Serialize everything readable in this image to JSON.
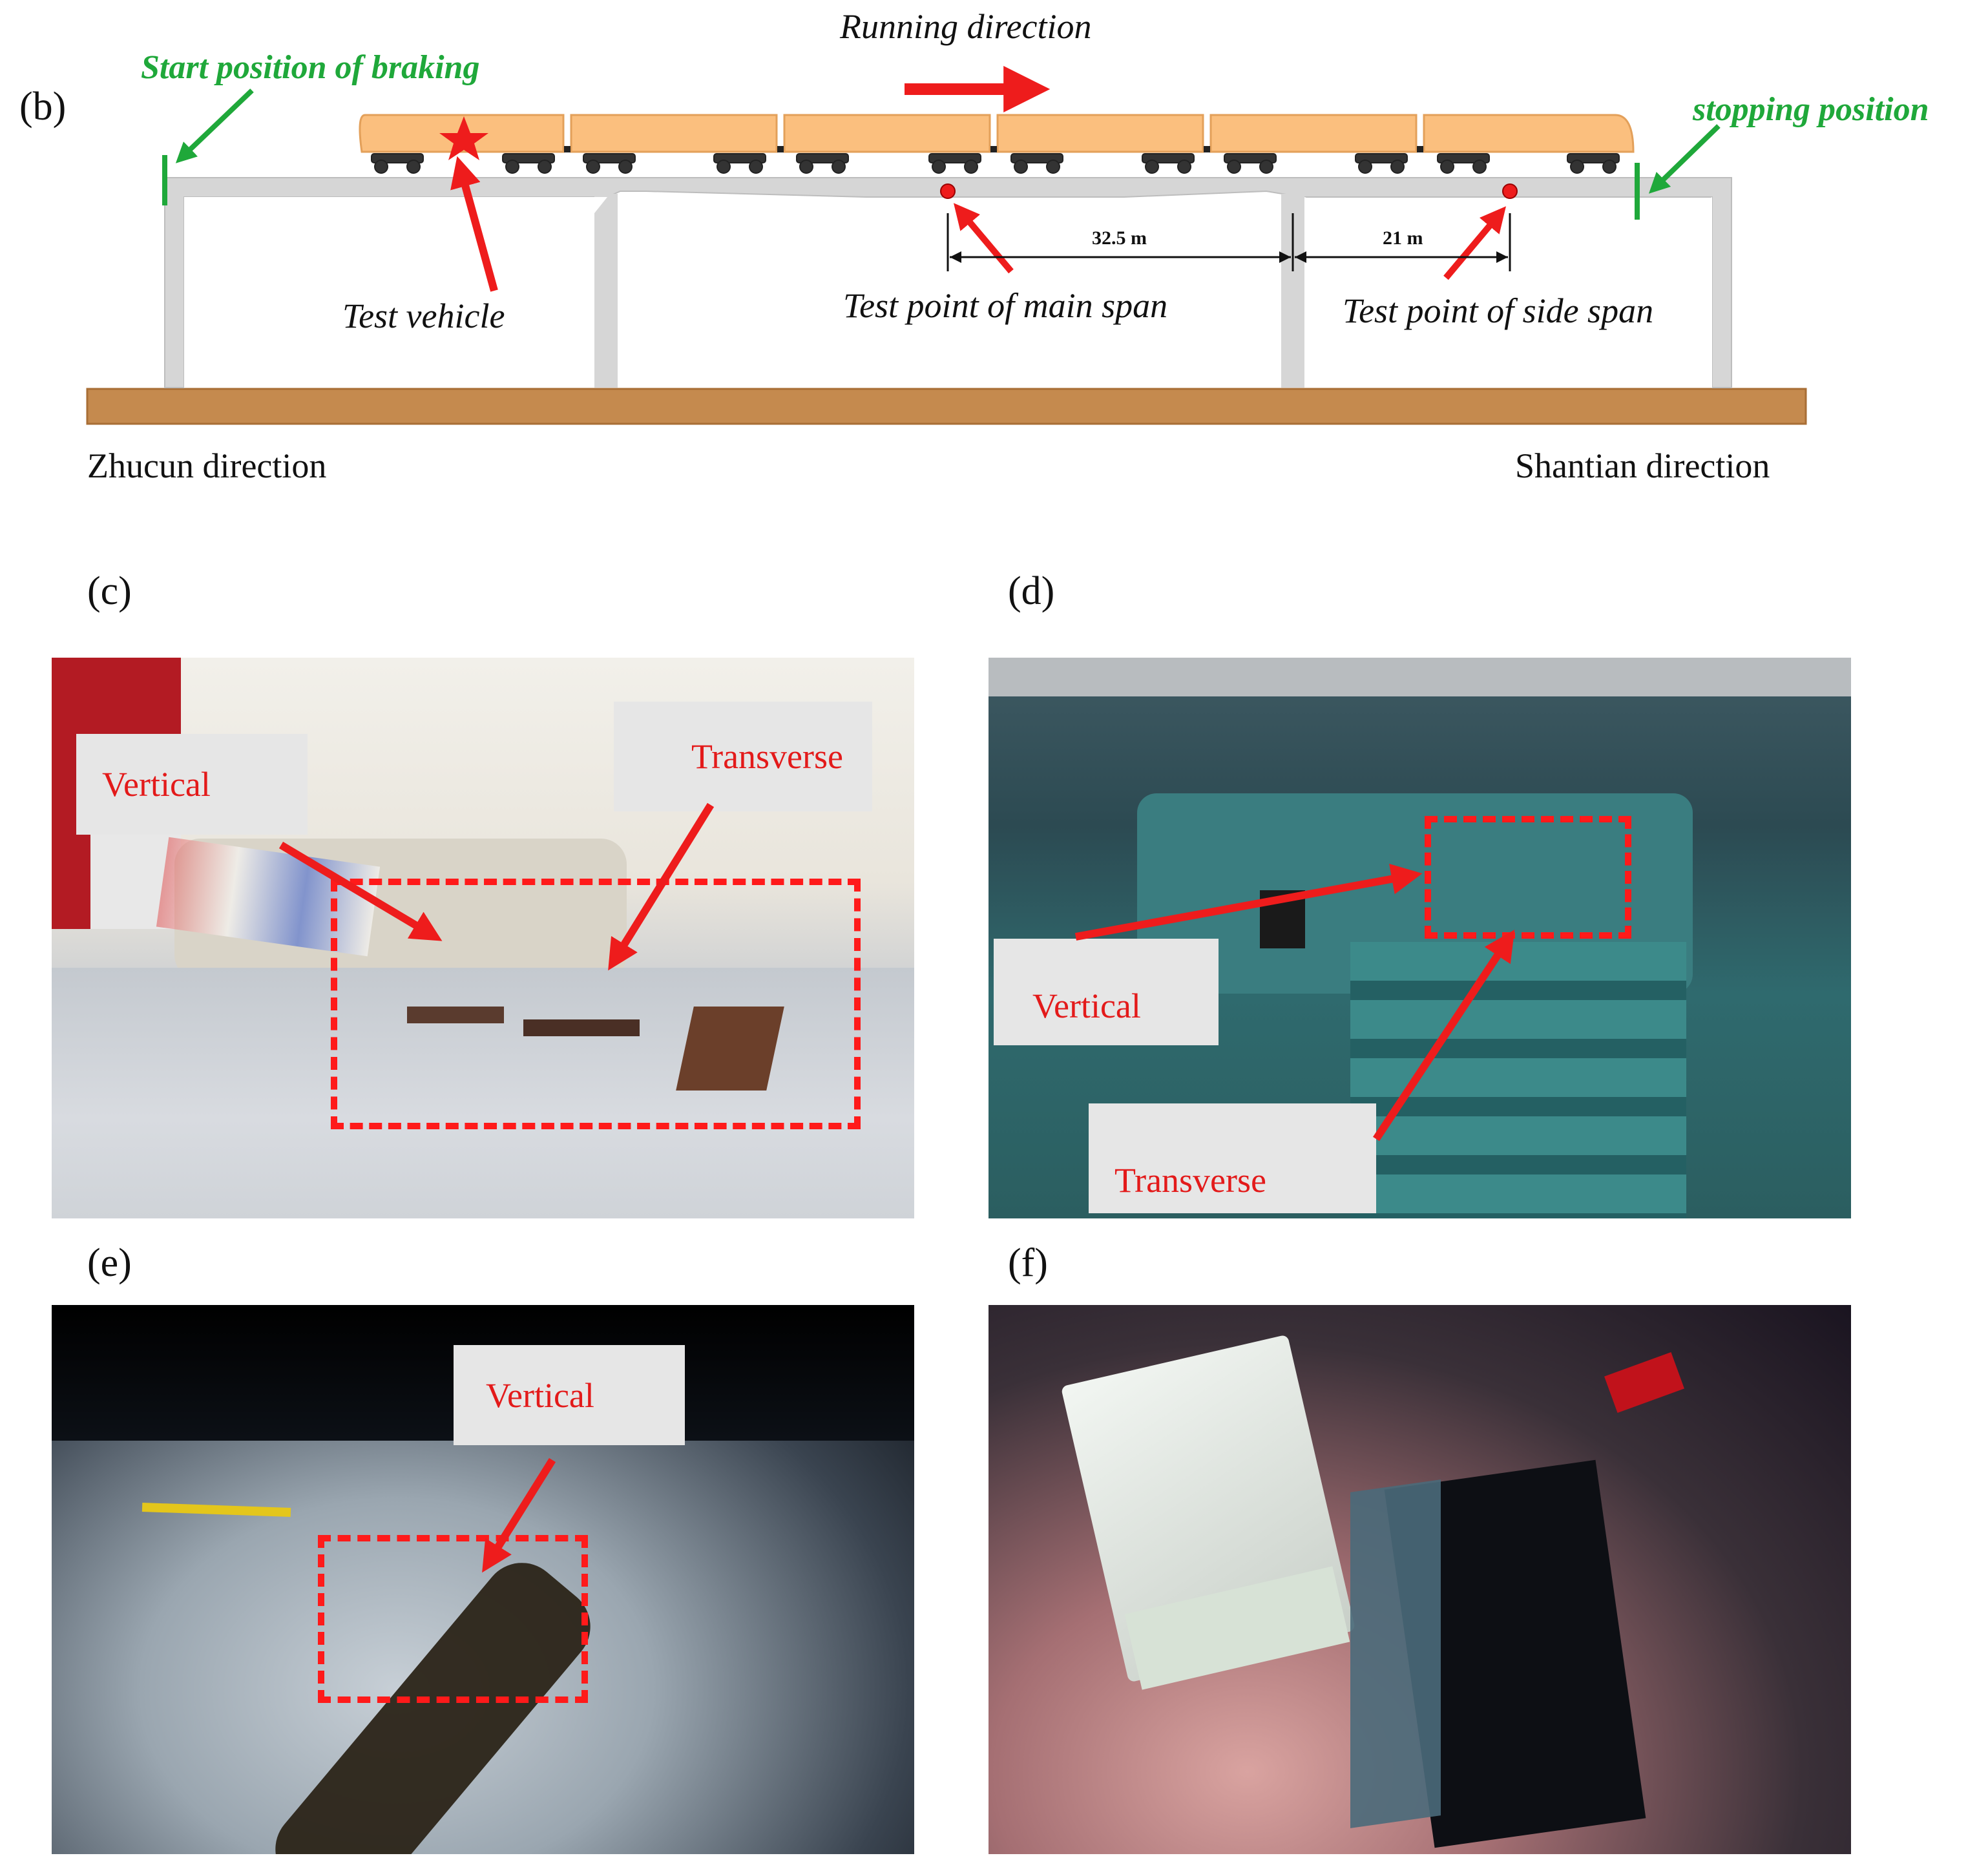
{
  "panels": {
    "b": {
      "letter": "(b)",
      "running_direction": "Running direction",
      "start_braking": "Start position of braking",
      "stopping_position": "stopping position",
      "test_vehicle": "Test vehicle",
      "test_point_main": "Test point of main span",
      "test_point_side": "Test point of side span",
      "dim_main": "32.5 m",
      "dim_side": "21 m",
      "left_direction": "Zhucun direction",
      "right_direction": "Shantian direction"
    },
    "c": {
      "letter": "(c)",
      "label_vertical": "Vertical",
      "label_transverse": "Transverse"
    },
    "d": {
      "letter": "(d)",
      "label_vertical": "Vertical",
      "label_transverse": "Transverse"
    },
    "e": {
      "letter": "(e)",
      "label_vertical": "Vertical"
    },
    "f": {
      "letter": "(f)"
    }
  },
  "colors": {
    "train": "#fbbf7e",
    "bridge": "#d6d6d6",
    "ground": "#c58a4e",
    "arrow_red": "#ee1c1c",
    "label_green": "#1fa83a"
  }
}
